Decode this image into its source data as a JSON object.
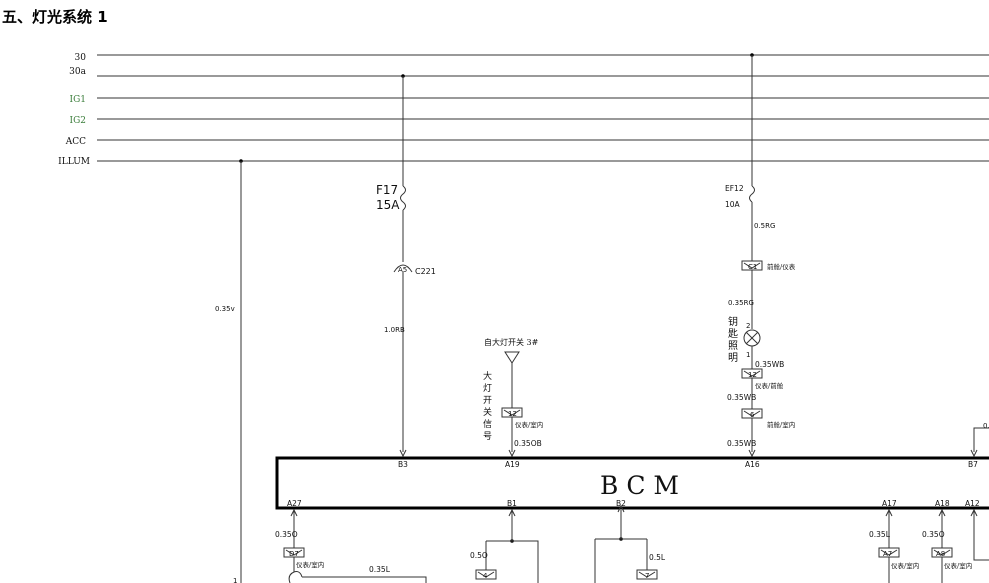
{
  "title": "五、灯光系统 1",
  "rails": [
    {
      "id": "r30",
      "label": "30",
      "color": "#222222"
    },
    {
      "id": "r30a",
      "label": "30a",
      "color": "#222222"
    },
    {
      "id": "rig1",
      "label": "IG1",
      "color": "#3a7d3a"
    },
    {
      "id": "rig2",
      "label": "IG2",
      "color": "#3a7d3a"
    },
    {
      "id": "racc",
      "label": "ACC",
      "color": "#222222"
    },
    {
      "id": "rillum",
      "label": "ILLUM",
      "color": "#222222"
    }
  ],
  "labels": {
    "wire_035v": "0.35v",
    "fuse_f17_name": "F17",
    "fuse_f17_rating": "15A",
    "conn_a5": "A5",
    "conn_c221": "C221",
    "wire_10rb": "1.0RB",
    "switch_title": "自大灯开关 3#",
    "switch_vertical": "大灯开关信号",
    "conn_12_left": "12",
    "loc_yibiao_shinei_1": "仪表/室内",
    "wire_035ob": "0.35OB",
    "fuse_ef12_name": "EF12",
    "fuse_ef12_rating": "10A",
    "wire_05rg": "0.5RG",
    "conn_c1": "C1",
    "loc_qiancang_yibiao": "前舱/仪表",
    "wire_035rg": "0.35RG",
    "lamp_vertical": "钥匙照明",
    "lamp_pin2": "2",
    "lamp_pin1": "1",
    "wire_035wb_1": "0.35WB",
    "conn_12_mid": "12",
    "loc_yibiao_qiancang": "仪表/前舱",
    "wire_035wb_2": "0.35WB",
    "conn_6": "6",
    "loc_qiancang_shinei": "前舱/室内",
    "wire_035wb_3": "0.35WB",
    "bcm_name": "B C M",
    "pin_b3": "B3",
    "pin_a19": "A19",
    "pin_a16": "A16",
    "pin_b7": "B7",
    "pin_a27": "A27",
    "pin_b1": "B1",
    "pin_b2": "B2",
    "pin_a17": "A17",
    "pin_a18": "A18",
    "pin_a12": "A12",
    "wire_035o_left": "0.35O",
    "conn_d7": "D7",
    "loc_yibiao_shinei_2": "仪表/室内",
    "wire_035l_left": "0.35L",
    "wire_05o": "0.5O",
    "conn_4": "4",
    "wire_05l": "0.5L",
    "conn_7": "7",
    "wire_035l_right": "0.35L",
    "wire_035o_right": "0.35O",
    "conn_a7": "A7",
    "conn_a8": "A8",
    "loc_yibiao_shinei_3": "仪表/室内",
    "loc_yibiao_shinei_4": "仪表/室内",
    "edge_marker_1": "1",
    "edge_marker_0": "0."
  }
}
